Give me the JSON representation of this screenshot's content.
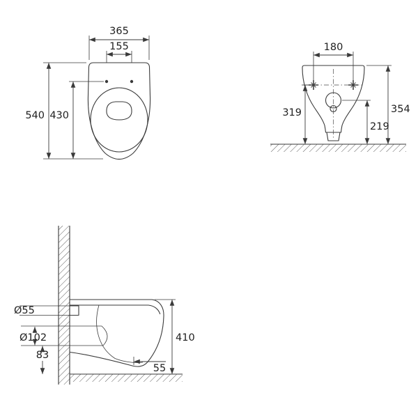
{
  "drawing": {
    "type": "wall-hung-toilet-dimension-drawing",
    "colors": {
      "line": "#3a3a3a",
      "text": "#1f1f1f",
      "background": "#ffffff"
    },
    "front_view": {
      "overall_width": "365",
      "hole_spacing": "155",
      "overall_depth": "540",
      "bowl_depth": "430"
    },
    "rear_view": {
      "fixing_spacing": "180",
      "fixing_height": "319",
      "overall_height": "354",
      "outlet_height": "219"
    },
    "side_view": {
      "inlet_diameter": "Ø55",
      "outlet_diameter": "Ø102",
      "outlet_center_height": "83",
      "rim_height": "410",
      "outlet_offset": "55"
    }
  }
}
